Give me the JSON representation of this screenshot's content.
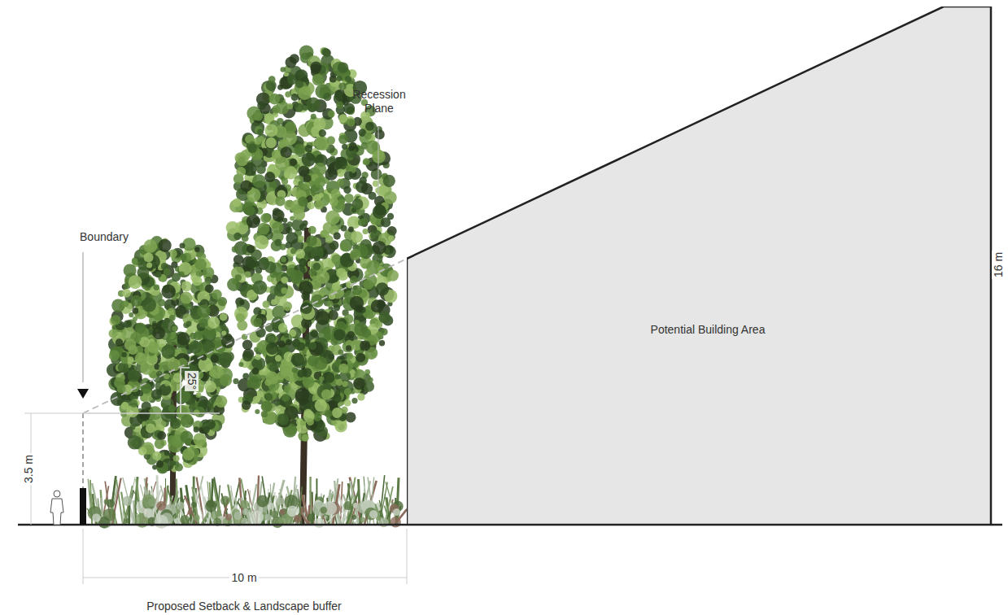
{
  "diagram": {
    "nodes": [
      {
        "text": [
          "Potential Building Area"
        ]
      }
    ],
    "labels": [
      "Recession Plane",
      "Boundary",
      "25°",
      "3.5 m",
      "16 m",
      "10 m",
      "Proposed Setback & Landscape buffer"
    ]
  }
}
